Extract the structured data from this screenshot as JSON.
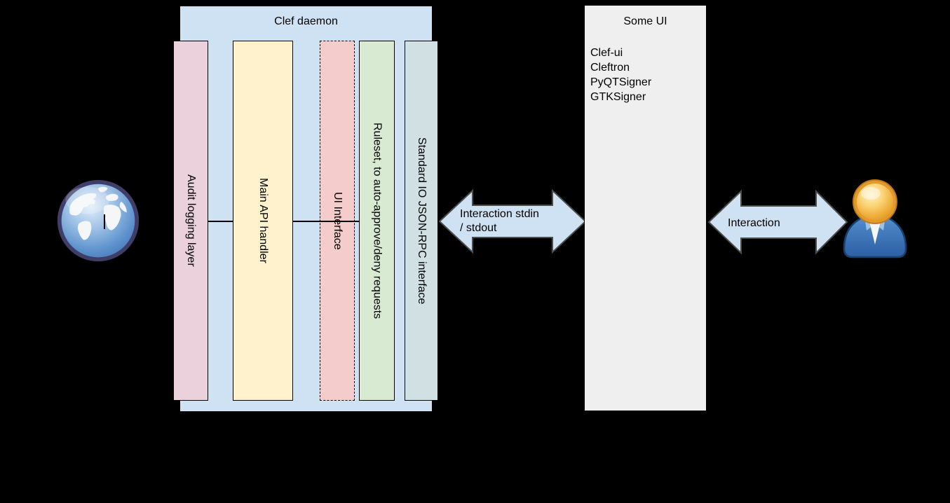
{
  "canvas": {
    "background": "#000000"
  },
  "clef_daemon": {
    "title": "Clef daemon",
    "fill": "#cfe2f3",
    "layers": [
      {
        "label": "Audit logging layer",
        "fill": "#ead1dc",
        "border_style": "solid"
      },
      {
        "label": "Main API handler",
        "fill": "#fff2cc",
        "border_style": "solid"
      },
      {
        "label": "UI Interface",
        "fill": "#f4cccc",
        "border_style": "dashed"
      },
      {
        "label": "Ruleset, to auto-approve/deny requests",
        "fill": "#d9ead3",
        "border_style": "solid"
      },
      {
        "label": "Standard IO JSON-RPC interface",
        "fill": "#d0e0e3",
        "border_style": "solid"
      }
    ]
  },
  "some_ui": {
    "title": "Some UI",
    "fill": "#efefef",
    "items": [
      "Clef-ui",
      "Cleftron",
      "PyQTSigner",
      "GTKSigner"
    ]
  },
  "arrows": {
    "daemon_to_ui": {
      "label_line1": "Interaction stdin",
      "label_line2": "/ stdout",
      "fill": "#cfe2f3",
      "stroke": "#4d4d4d"
    },
    "ui_to_user": {
      "label": "Interaction",
      "fill": "#cfe2f3",
      "stroke": "#4d4d4d"
    }
  },
  "icons": {
    "globe": "globe-icon",
    "user": "user-icon"
  }
}
